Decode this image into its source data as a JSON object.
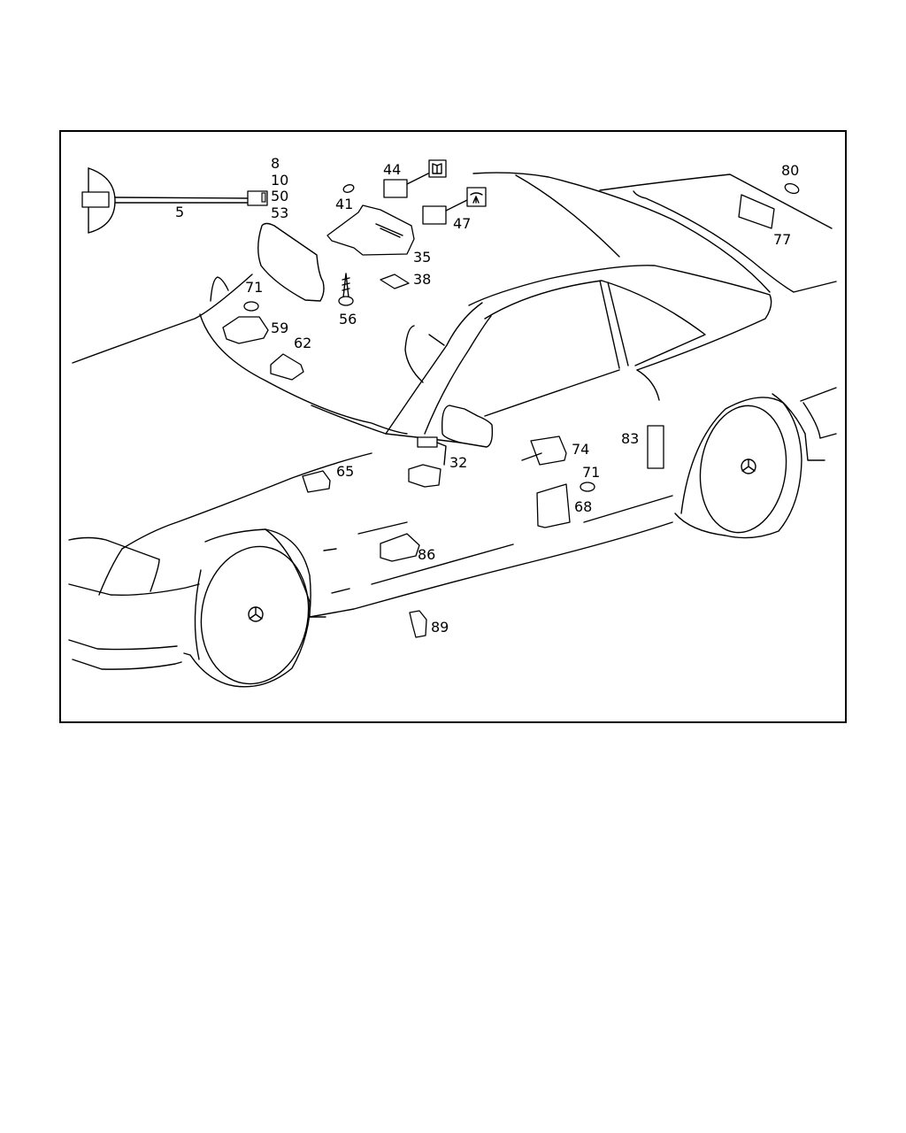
{
  "diagram": {
    "title": "Interior lighting parts diagram",
    "parts": [
      {
        "id": "p8",
        "label": "8"
      },
      {
        "id": "p10",
        "label": "10"
      },
      {
        "id": "p50",
        "label": "50"
      },
      {
        "id": "p53",
        "label": "53"
      },
      {
        "id": "p5",
        "label": "5"
      },
      {
        "id": "p44",
        "label": "44"
      },
      {
        "id": "p41",
        "label": "41"
      },
      {
        "id": "p47",
        "label": "47"
      },
      {
        "id": "p35",
        "label": "35"
      },
      {
        "id": "p38",
        "label": "38"
      },
      {
        "id": "p56",
        "label": "56"
      },
      {
        "id": "p71a",
        "label": "71"
      },
      {
        "id": "p59",
        "label": "59"
      },
      {
        "id": "p62",
        "label": "62"
      },
      {
        "id": "p80",
        "label": "80"
      },
      {
        "id": "p77",
        "label": "77"
      },
      {
        "id": "p32",
        "label": "32"
      },
      {
        "id": "p65",
        "label": "65"
      },
      {
        "id": "p74",
        "label": "74"
      },
      {
        "id": "p83",
        "label": "83"
      },
      {
        "id": "p71b",
        "label": "71"
      },
      {
        "id": "p68",
        "label": "68"
      },
      {
        "id": "p86",
        "label": "86"
      },
      {
        "id": "p89",
        "label": "89"
      }
    ],
    "symbols": {
      "reading_light": "book-icon",
      "dome_light": "dome-lamp-icon"
    }
  }
}
